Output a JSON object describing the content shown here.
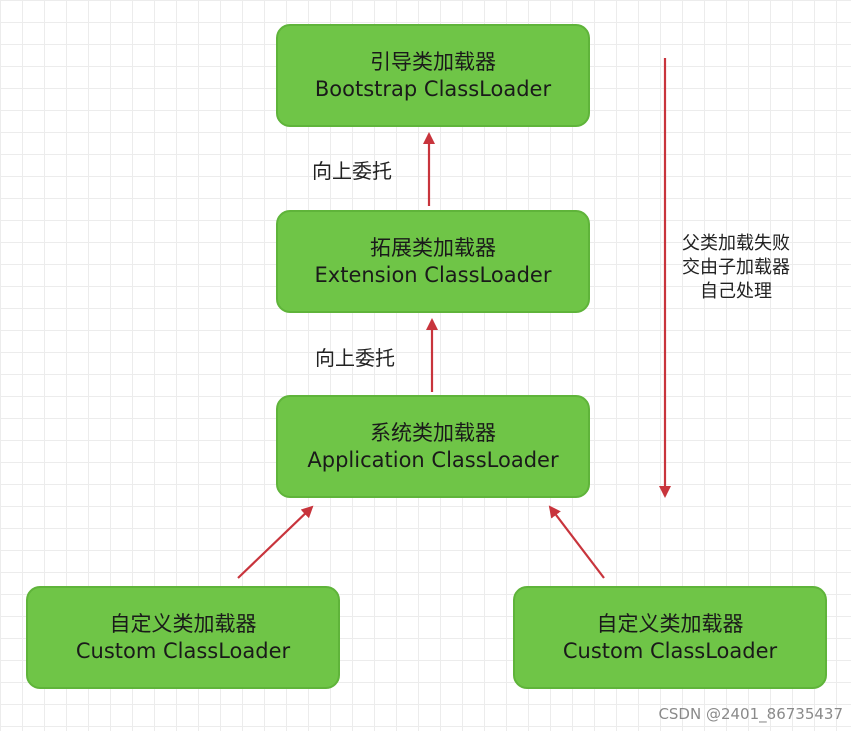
{
  "nodes": {
    "bootstrap": {
      "line1": "引导类加载器",
      "line2": "Bootstrap ClassLoader"
    },
    "extension": {
      "line1": "拓展类加载器",
      "line2": "Extension ClassLoader"
    },
    "application": {
      "line1": "系统类加载器",
      "line2": "Application ClassLoader"
    },
    "custom_left": {
      "line1": "自定义类加载器",
      "line2": "Custom ClassLoader"
    },
    "custom_right": {
      "line1": "自定义类加载器",
      "line2": "Custom ClassLoader"
    }
  },
  "edge_labels": {
    "delegate_upper": "向上委托",
    "delegate_lower": "向上委托"
  },
  "side_note": {
    "lines": [
      "父类加载失败",
      "交由子加载器",
      "自己处理"
    ]
  },
  "watermark": "CSDN @2401_86735437",
  "colors": {
    "box_fill": "#6fc547",
    "arrow": "#c8343c"
  }
}
